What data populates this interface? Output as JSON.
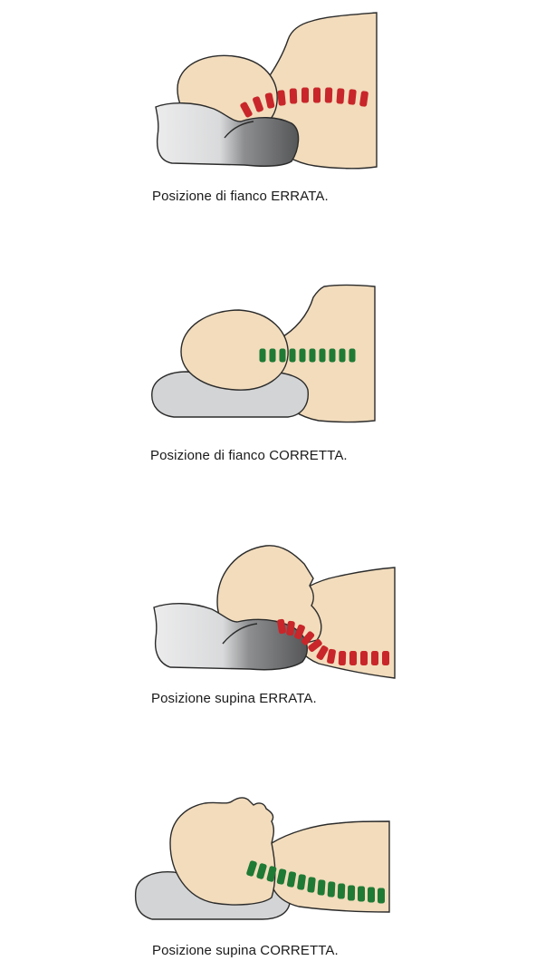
{
  "colors": {
    "skin": "#f2dcbc",
    "outline": "#2b2b2b",
    "pillow_light": "#e4e5e6",
    "pillow_dark": "#595959",
    "pillow_gray": "#d3d4d5",
    "vertebra_wrong": "#c8262a",
    "vertebra_correct": "#1f7a35"
  },
  "panels": [
    {
      "caption": "Posizione di fianco ERRATA.",
      "status": "wrong"
    },
    {
      "caption": "Posizione di fianco CORRETTA.",
      "status": "correct"
    },
    {
      "caption": "Posizione supina ERRATA.",
      "status": "wrong"
    },
    {
      "caption": "Posizione supina CORRETTA.",
      "status": "correct"
    }
  ]
}
